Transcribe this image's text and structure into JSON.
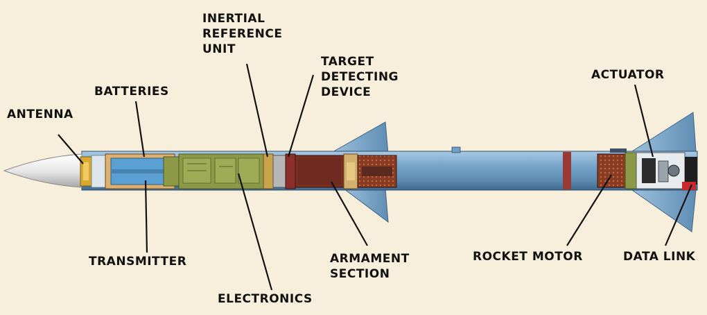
{
  "labels": {
    "antenna": "ANTENNA",
    "batteries": "BATTERIES",
    "inertial_reference_unit": [
      "INERTIAL",
      "REFERENCE",
      "UNIT"
    ],
    "target_detecting_device": [
      "TARGET",
      "DETECTING",
      "DEVICE"
    ],
    "actuator": "ACTUATOR",
    "transmitter": "TRANSMITTER",
    "electronics": "ELECTRONICS",
    "armament_section": [
      "ARMAMENT",
      "SECTION"
    ],
    "rocket_motor": "ROCKET MOTOR",
    "data_link": "DATA LINK"
  },
  "colors": {
    "background": "#f7eedb",
    "body_blue": "#6f9ec4",
    "fin_blue": "#7eaacd",
    "electronics_olive": "#8c9a48",
    "armament_maroon": "#7a2e22",
    "battery_blue": "#5aa0d2",
    "warhead_brown": "#5a2a1e",
    "band_red": "#9a3a34"
  }
}
